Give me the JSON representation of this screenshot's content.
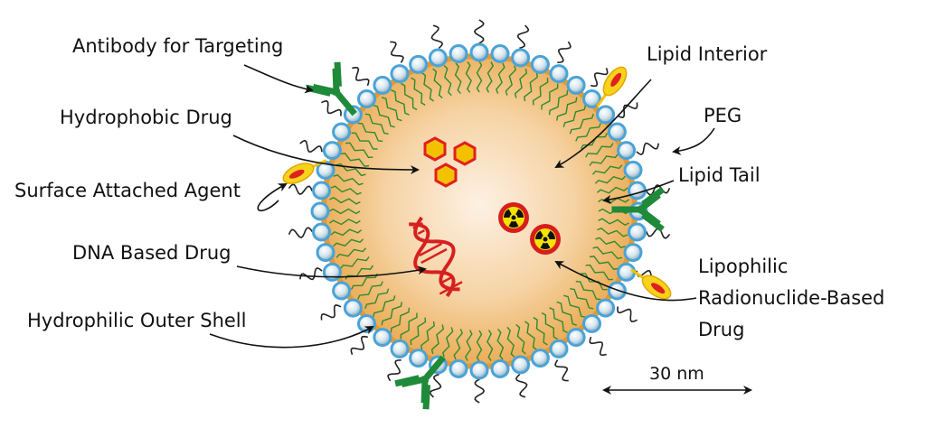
{
  "labels": {
    "antibody": "Antibody for Targeting",
    "hydrophobic_drug": "Hydrophobic Drug",
    "surface_agent": "Surface Attached Agent",
    "dna_drug": "DNA Based Drug",
    "outer_shell": "Hydrophilic Outer Shell",
    "lipid_interior": "Lipid Interior",
    "peg": "PEG",
    "lipid_tail": "Lipid Tail",
    "radionuclide_line1": "Lipophilic",
    "radionuclide_line2": "Radionuclide-Based",
    "radionuclide_line3": "Drug",
    "scale": "30 nm"
  },
  "colors": {
    "head_group": "#4aa3d6",
    "shell_fill": "#e8a93a",
    "core_center": "#fbe9d5",
    "tail": "#2e8b2e",
    "antibody": "#1f8a3a",
    "drug_hex": "#f2c200",
    "drug_outline": "#e02020",
    "dna": "#d62020",
    "agent": "#f7d21a",
    "radio_ring": "#d81d1d",
    "radio_fill": "#f3e400"
  },
  "icons": [
    "antibody-icon",
    "peg-chain-icon",
    "surface-agent-icon",
    "hexagon-drug-icon",
    "dna-helix-icon",
    "radiation-icon"
  ]
}
